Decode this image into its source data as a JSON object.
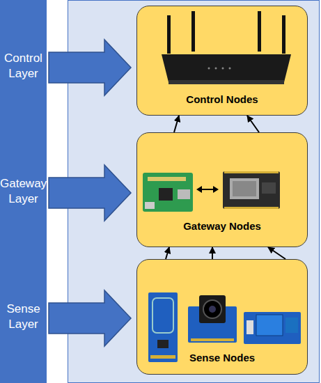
{
  "diagram": {
    "nodes": [
      {
        "text": [
          "Control Nodes"
        ]
      },
      {
        "text": [
          "Gateway Nodes"
        ]
      },
      {
        "text": [
          "Sense Nodes"
        ]
      }
    ],
    "edges": [
      {
        "from": 1,
        "to": 0,
        "arrow": "to"
      },
      {
        "from": 1,
        "to": 0,
        "arrow": "to"
      },
      {
        "from": 2,
        "to": 1,
        "arrow": "to"
      },
      {
        "from": 2,
        "to": 1,
        "arrow": "to"
      },
      {
        "from": 2,
        "to": 1,
        "arrow": "to"
      }
    ],
    "labels": [
      "Control Layer",
      "Gateway Layer",
      "Sense Layer"
    ]
  }
}
